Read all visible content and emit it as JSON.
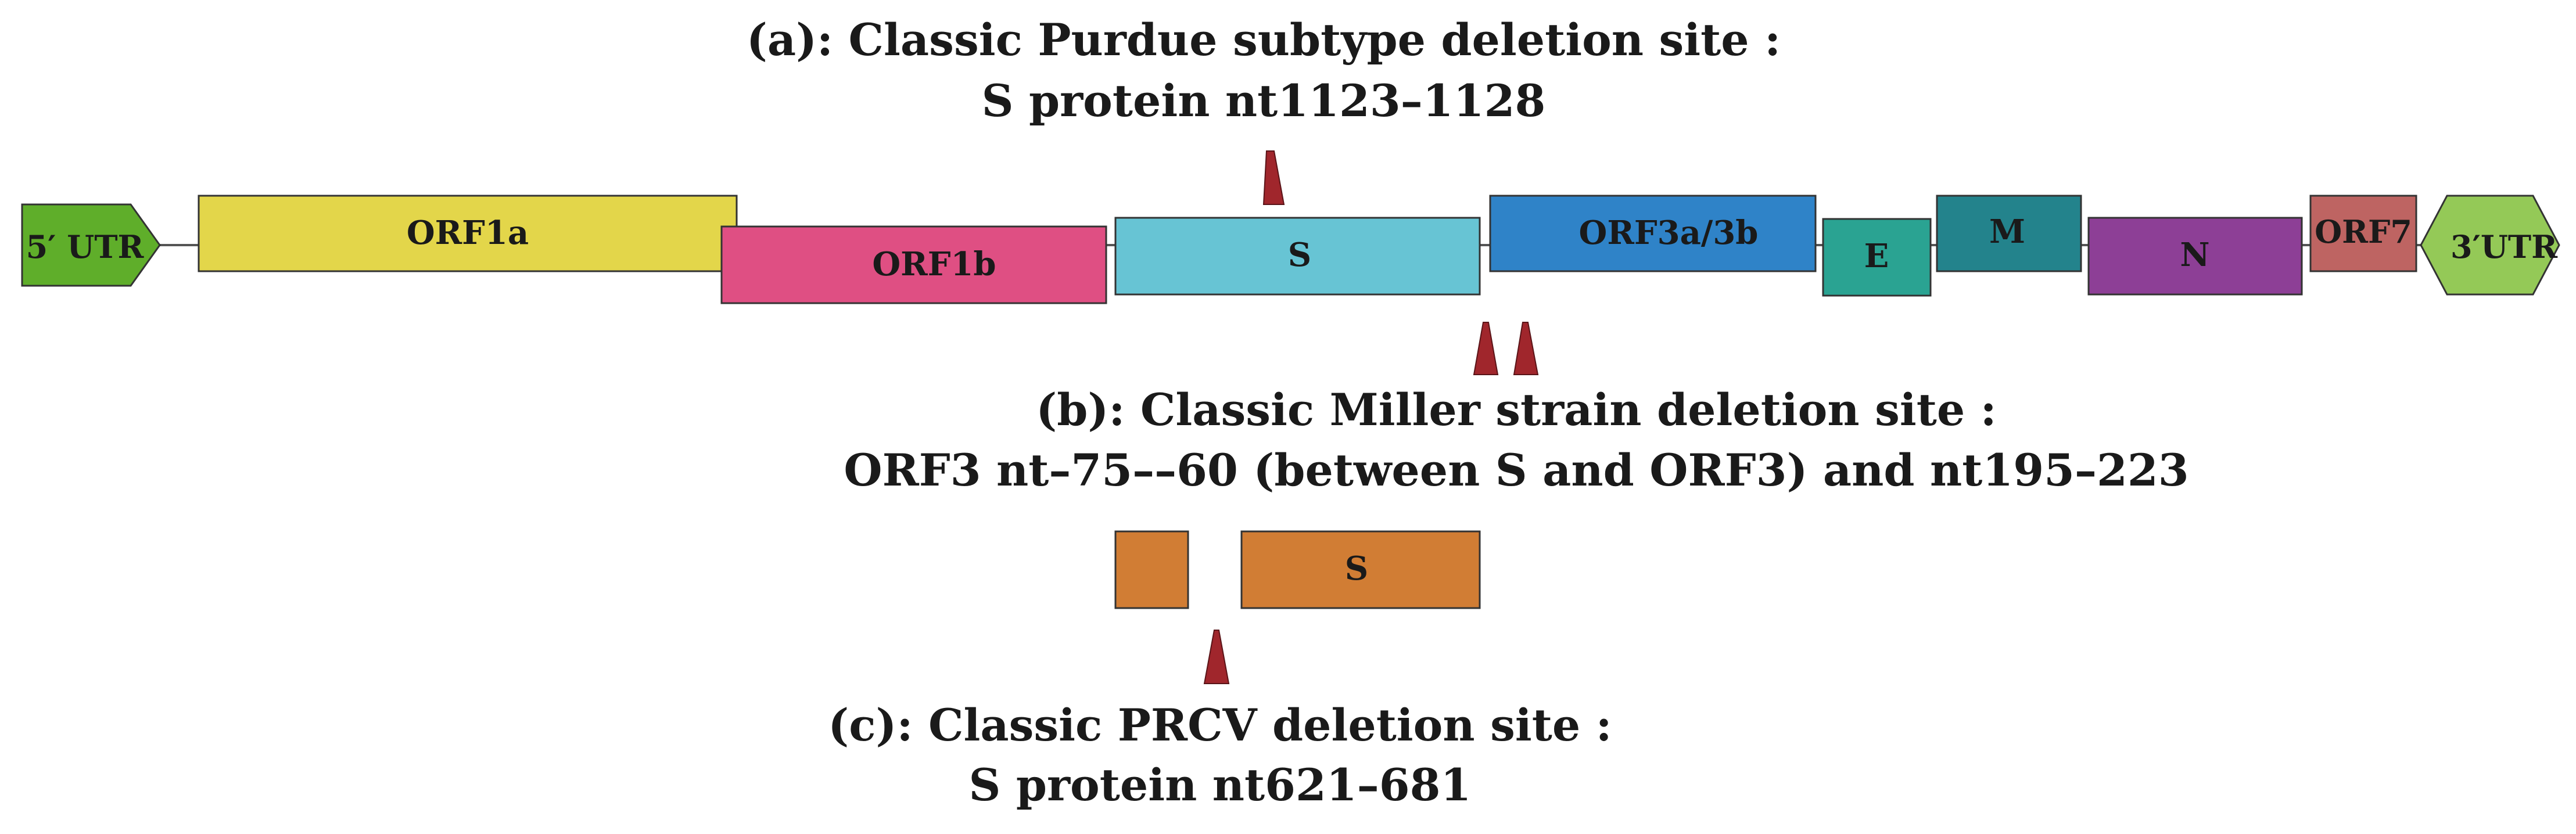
{
  "annotations": {
    "a_line1": "(a): Classic Purdue subtype deletion site :",
    "a_line2": "S protein nt1123–1128",
    "b_line1": "(b): Classic Miller strain deletion site :",
    "b_line2": "ORF3 nt–75––60 (between S and ORF3) and nt195–223",
    "c_line1": "(c): Classic PRCV deletion site :",
    "c_line2": "S protein nt621–681"
  },
  "genome": {
    "utr5": "5′ UTR",
    "orf1a": "ORF1a",
    "orf1b": "ORF1b",
    "s": "S",
    "orf3": "ORF3a/3b",
    "e": "E",
    "m": "M",
    "n": "N",
    "orf7": "ORF7",
    "utr3": "3′UTR"
  },
  "prcv_fragment": {
    "s": "S"
  },
  "colors": {
    "utr5": "#5fae2a",
    "orf1a": "#e3d64a",
    "orf1b": "#df4f83",
    "s": "#67c4d4",
    "orf3": "#2f83c8",
    "e": "#2aa392",
    "m": "#23838c",
    "n": "#8d3f96",
    "orf7": "#be6462",
    "utr3": "#94c957",
    "prcv_s": "#d17d34",
    "marker": "#a0262c"
  },
  "icons": {
    "deletion_marker": "red-triangle-icon"
  }
}
